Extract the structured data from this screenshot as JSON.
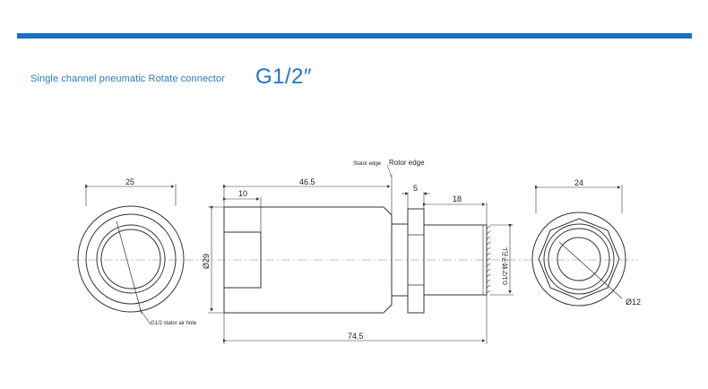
{
  "header": {
    "title": "Single channel pneumatic Rotate connector",
    "model": "G1/2″"
  },
  "labels": {
    "stator_edge": "Stator edge",
    "rotor_edge": "Rotor edge",
    "stator_hole": "G1/2 stator air hole",
    "thread_label": "G1/2\"转子孔L"
  },
  "dimensions": {
    "left_width": "25",
    "length_body": "46.5",
    "bore_depth": "10",
    "nut_width": "5",
    "thread_length": "18",
    "diameter_body": "Ø29",
    "overall_length": "74.5",
    "right_width": "24",
    "right_bore": "Ø12"
  },
  "colors": {
    "accent_bar": "#1a6fbf",
    "title_text": "#2e78c4",
    "line": "#333333"
  }
}
